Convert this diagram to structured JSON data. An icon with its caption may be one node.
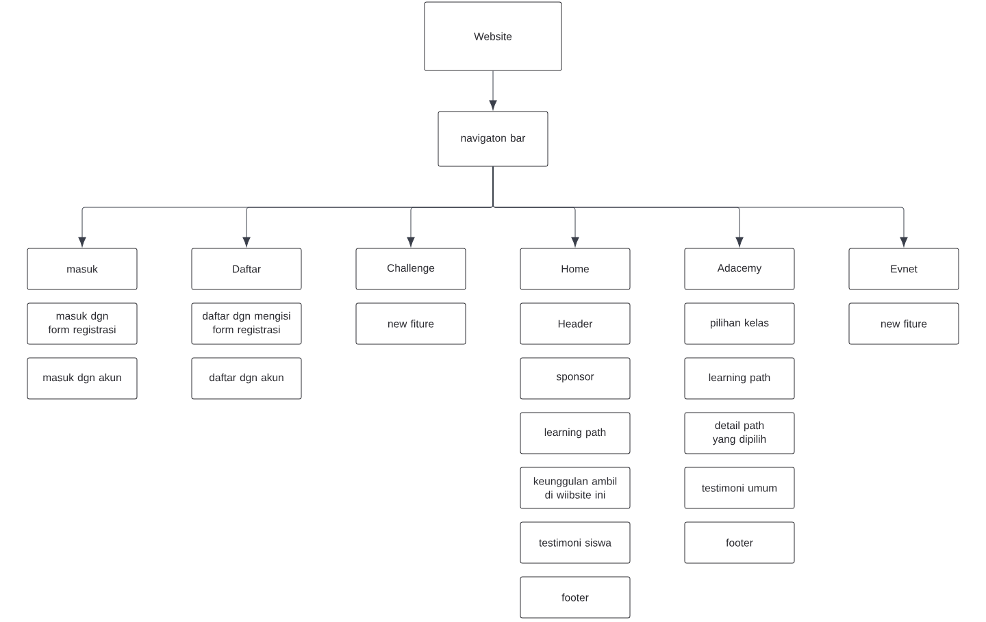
{
  "diagram": {
    "nodes": [
      {
        "text": [
          "Website"
        ]
      },
      {
        "text": [
          "navigaton bar"
        ]
      },
      {
        "text": [
          "masuk"
        ]
      },
      {
        "text": [
          "Daftar"
        ]
      },
      {
        "text": [
          "Challenge"
        ]
      },
      {
        "text": [
          "Home"
        ]
      },
      {
        "text": [
          "Adacemy"
        ]
      },
      {
        "text": [
          "Evnet"
        ]
      },
      {
        "text": [
          "masuk dgn form registrasi"
        ]
      },
      {
        "text": [
          "masuk dgn akun"
        ]
      },
      {
        "text": [
          "daftar dgn mengisi form registrasi"
        ]
      },
      {
        "text": [
          "daftar dgn akun"
        ]
      },
      {
        "text": [
          "new fiture"
        ]
      },
      {
        "text": [
          "Header"
        ]
      },
      {
        "text": [
          "sponsor"
        ]
      },
      {
        "text": [
          "learning path"
        ]
      },
      {
        "text": [
          "keunggulan ambil di wiibsite ini"
        ]
      },
      {
        "text": [
          "testimoni siswa"
        ]
      },
      {
        "text": [
          "footer"
        ]
      },
      {
        "text": [
          "pilihan kelas"
        ]
      },
      {
        "text": [
          "learning path"
        ]
      },
      {
        "text": [
          "detail path yang dipilih"
        ]
      },
      {
        "text": [
          "testimoni umum"
        ]
      },
      {
        "text": [
          "footer"
        ]
      },
      {
        "text": [
          "new fiture"
        ]
      }
    ],
    "edges": [
      {
        "from": 0,
        "to": 1,
        "arrow": "to"
      },
      {
        "from": 1,
        "to": 2,
        "arrow": "to"
      },
      {
        "from": 1,
        "to": 3,
        "arrow": "to"
      },
      {
        "from": 1,
        "to": 4,
        "arrow": "to"
      },
      {
        "from": 1,
        "to": 5,
        "arrow": "to"
      },
      {
        "from": 1,
        "to": 6,
        "arrow": "to"
      },
      {
        "from": 1,
        "to": 7,
        "arrow": "to"
      }
    ]
  }
}
